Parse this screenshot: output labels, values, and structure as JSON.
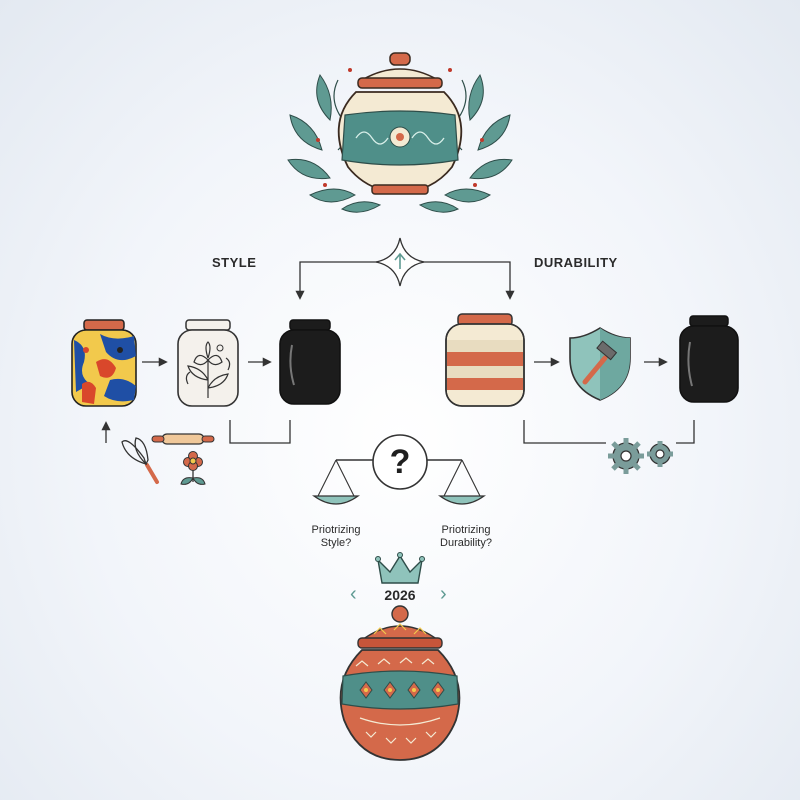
{
  "headings": {
    "style": "STYLE",
    "durability": "DURABILITY"
  },
  "balance": {
    "symbol": "?",
    "left_label": "Priotrizing\nStyle?",
    "right_label": "Priotrizing\nDurability?"
  },
  "year": {
    "value": "2026",
    "prev": "‹",
    "next": "›"
  },
  "icons": {
    "top": "ornate-jar-icon",
    "style_path": [
      "patterned-jar-icon",
      "floral-jar-icon",
      "black-jar-icon"
    ],
    "durability_path": [
      "striped-jar-icon",
      "shield-hammer-icon",
      "black-jar-icon"
    ],
    "tools": [
      "whisk-icon",
      "rolling-pin-icon",
      "flower-icon"
    ],
    "gears": "gears-icon",
    "crown": "crown-icon",
    "bottom": "folk-pot-icon"
  },
  "colors": {
    "teal": "#5f9a92",
    "terracotta": "#d4694a",
    "cream": "#f4ead3",
    "dark": "#1c1c1c"
  }
}
